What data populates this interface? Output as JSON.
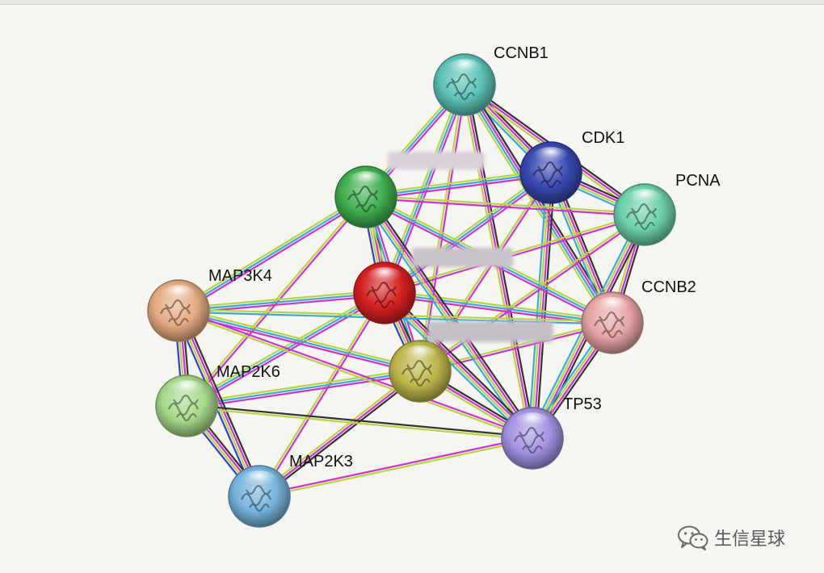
{
  "colors": {
    "background": "#f6f5f1",
    "edge_colors": [
      "#b9d34a",
      "#3aa9d6",
      "#cc33cc",
      "#2c2c2c",
      "#3040c8"
    ]
  },
  "nodes": [
    {
      "id": "CCNB1",
      "label": "CCNB1",
      "color": "#5cc2b5",
      "label_visible": true
    },
    {
      "id": "CDK1",
      "label": "CDK1",
      "color": "#3848b0",
      "label_visible": true
    },
    {
      "id": "PCNA",
      "label": "PCNA",
      "color": "#6cd0a8",
      "label_visible": true
    },
    {
      "id": "blurred_green",
      "label": "",
      "color": "#3fae4e",
      "label_visible": false
    },
    {
      "id": "blurred_red",
      "label": "",
      "color": "#d42020",
      "label_visible": false
    },
    {
      "id": "blurred_olive",
      "label": "",
      "color": "#bcb64a",
      "label_visible": false
    },
    {
      "id": "CCNB2",
      "label": "CCNB2",
      "color": "#e6a4a4",
      "label_visible": true
    },
    {
      "id": "MAP3K4",
      "label": "MAP3K4",
      "color": "#e4ac82",
      "label_visible": true
    },
    {
      "id": "MAP2K6",
      "label": "MAP2K6",
      "color": "#a6d88a",
      "label_visible": true
    },
    {
      "id": "TP53",
      "label": "TP53",
      "color": "#a292e0",
      "label_visible": true
    },
    {
      "id": "MAP2K3",
      "label": "MAP2K3",
      "color": "#76b4dc",
      "label_visible": true
    }
  ],
  "edges": [
    {
      "source": "CCNB1",
      "target": "CDK1",
      "evidence": [
        "black",
        "magenta",
        "lime",
        "cyan"
      ]
    },
    {
      "source": "CCNB1",
      "target": "PCNA",
      "evidence": [
        "black",
        "magenta",
        "lime"
      ]
    },
    {
      "source": "CCNB1",
      "target": "CCNB2",
      "evidence": [
        "black",
        "magenta",
        "cyan",
        "lime"
      ]
    },
    {
      "source": "CCNB1",
      "target": "TP53",
      "evidence": [
        "black",
        "magenta",
        "lime"
      ]
    },
    {
      "source": "CCNB1",
      "target": "blurred_green",
      "evidence": [
        "magenta",
        "cyan",
        "lime"
      ]
    },
    {
      "source": "CCNB1",
      "target": "blurred_red",
      "evidence": [
        "magenta",
        "cyan",
        "lime"
      ]
    },
    {
      "source": "CCNB1",
      "target": "blurred_olive",
      "evidence": [
        "magenta",
        "lime"
      ]
    },
    {
      "source": "CDK1",
      "target": "PCNA",
      "evidence": [
        "black",
        "magenta",
        "lime",
        "cyan"
      ]
    },
    {
      "source": "CDK1",
      "target": "CCNB2",
      "evidence": [
        "black",
        "magenta",
        "lime",
        "cyan"
      ]
    },
    {
      "source": "CDK1",
      "target": "TP53",
      "evidence": [
        "black",
        "magenta",
        "lime",
        "cyan"
      ]
    },
    {
      "source": "CDK1",
      "target": "blurred_green",
      "evidence": [
        "magenta",
        "cyan",
        "lime"
      ]
    },
    {
      "source": "CDK1",
      "target": "blurred_red",
      "evidence": [
        "magenta",
        "cyan",
        "lime"
      ]
    },
    {
      "source": "CDK1",
      "target": "blurred_olive",
      "evidence": [
        "magenta",
        "lime"
      ]
    },
    {
      "source": "PCNA",
      "target": "CCNB2",
      "evidence": [
        "black",
        "magenta",
        "lime"
      ]
    },
    {
      "source": "PCNA",
      "target": "TP53",
      "evidence": [
        "black",
        "magenta",
        "lime",
        "cyan"
      ]
    },
    {
      "source": "PCNA",
      "target": "blurred_green",
      "evidence": [
        "magenta",
        "lime"
      ]
    },
    {
      "source": "PCNA",
      "target": "blurred_red",
      "evidence": [
        "magenta",
        "lime"
      ]
    },
    {
      "source": "PCNA",
      "target": "blurred_olive",
      "evidence": [
        "magenta",
        "lime"
      ]
    },
    {
      "source": "CCNB2",
      "target": "TP53",
      "evidence": [
        "black",
        "magenta",
        "lime",
        "cyan"
      ]
    },
    {
      "source": "CCNB2",
      "target": "blurred_green",
      "evidence": [
        "magenta",
        "cyan",
        "lime"
      ]
    },
    {
      "source": "CCNB2",
      "target": "blurred_red",
      "evidence": [
        "magenta",
        "cyan",
        "lime"
      ]
    },
    {
      "source": "CCNB2",
      "target": "blurred_olive",
      "evidence": [
        "magenta",
        "lime"
      ]
    },
    {
      "source": "blurred_green",
      "target": "blurred_red",
      "evidence": [
        "black",
        "magenta",
        "lime",
        "blue"
      ]
    },
    {
      "source": "blurred_green",
      "target": "blurred_olive",
      "evidence": [
        "magenta",
        "cyan",
        "lime"
      ]
    },
    {
      "source": "blurred_green",
      "target": "MAP3K4",
      "evidence": [
        "magenta",
        "cyan",
        "lime"
      ]
    },
    {
      "source": "blurred_green",
      "target": "MAP2K6",
      "evidence": [
        "magenta",
        "lime"
      ]
    },
    {
      "source": "blurred_green",
      "target": "TP53",
      "evidence": [
        "black",
        "magenta",
        "lime",
        "cyan"
      ]
    },
    {
      "source": "blurred_red",
      "target": "blurred_olive",
      "evidence": [
        "black",
        "magenta",
        "lime",
        "blue"
      ]
    },
    {
      "source": "blurred_red",
      "target": "MAP3K4",
      "evidence": [
        "magenta",
        "cyan",
        "lime"
      ]
    },
    {
      "source": "blurred_red",
      "target": "MAP2K6",
      "evidence": [
        "magenta",
        "cyan",
        "lime"
      ]
    },
    {
      "source": "blurred_red",
      "target": "MAP2K3",
      "evidence": [
        "magenta",
        "lime"
      ]
    },
    {
      "source": "blurred_red",
      "target": "TP53",
      "evidence": [
        "black",
        "magenta",
        "lime",
        "cyan"
      ]
    },
    {
      "source": "blurred_olive",
      "target": "TP53",
      "evidence": [
        "black",
        "magenta",
        "lime"
      ]
    },
    {
      "source": "blurred_olive",
      "target": "MAP3K4",
      "evidence": [
        "magenta",
        "cyan",
        "lime"
      ]
    },
    {
      "source": "blurred_olive",
      "target": "MAP2K6",
      "evidence": [
        "magenta",
        "cyan",
        "lime"
      ]
    },
    {
      "source": "blurred_olive",
      "target": "MAP2K3",
      "evidence": [
        "black",
        "magenta",
        "lime"
      ]
    },
    {
      "source": "MAP3K4",
      "target": "MAP2K6",
      "evidence": [
        "black",
        "magenta",
        "lime",
        "blue"
      ]
    },
    {
      "source": "MAP3K4",
      "target": "MAP2K3",
      "evidence": [
        "black",
        "magenta",
        "lime",
        "blue"
      ]
    },
    {
      "source": "MAP3K4",
      "target": "TP53",
      "evidence": [
        "magenta",
        "lime"
      ]
    },
    {
      "source": "MAP2K6",
      "target": "MAP2K3",
      "evidence": [
        "black",
        "magenta",
        "lime",
        "blue"
      ]
    },
    {
      "source": "MAP2K6",
      "target": "TP53",
      "evidence": [
        "black",
        "lime"
      ]
    },
    {
      "source": "MAP2K3",
      "target": "TP53",
      "evidence": [
        "magenta",
        "lime"
      ]
    },
    {
      "source": "CCNB2",
      "target": "MAP3K4",
      "evidence": [
        "cyan",
        "lime"
      ]
    }
  ],
  "watermark": {
    "text": "生信星球",
    "icon": "wechat-icon"
  }
}
